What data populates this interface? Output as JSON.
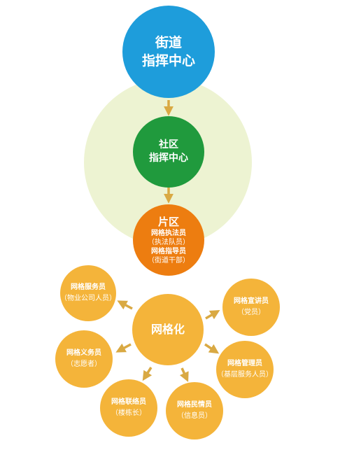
{
  "street_center": {
    "line1": "街道",
    "line2": "指挥中心"
  },
  "community_center": {
    "line1": "社区",
    "line2": "指挥中心"
  },
  "zone": {
    "title": "片区",
    "roles": [
      {
        "role": "网格执法员",
        "note": "（执法队员）"
      },
      {
        "role": "网格指导员",
        "note": "（街道干部）"
      }
    ]
  },
  "hub": {
    "label": "网格化"
  },
  "satellites": {
    "service": {
      "role": "网格服务员",
      "note": "（物业公司人员）"
    },
    "publicity": {
      "role": "网格宣讲员",
      "note": "（党员）"
    },
    "volunteer": {
      "role": "网格义务员",
      "note": "（志愿者）"
    },
    "management": {
      "role": "网格管理员",
      "note": "（基层服务人员）"
    },
    "liaison": {
      "role": "网格联络员",
      "note": "（楼栋长）"
    },
    "information": {
      "role": "网格民情员",
      "note": "（信息员）"
    }
  },
  "colors": {
    "street": "#1e9ddb",
    "community": "#209a3d",
    "zone": "#ed7d10",
    "grid": "#f4b43a",
    "halo": "#edf3d2",
    "arrow": "#d9a943"
  }
}
